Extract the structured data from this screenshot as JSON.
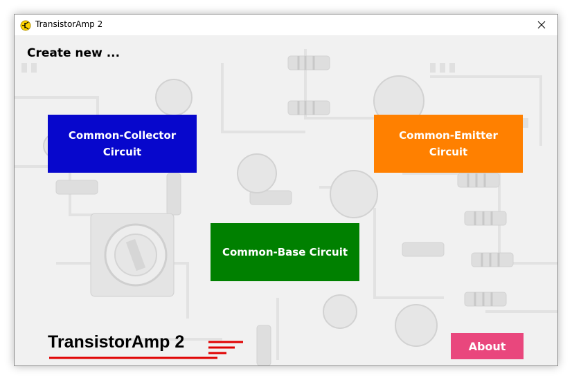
{
  "window": {
    "title": "TransistorAmp 2"
  },
  "main": {
    "heading": "Create new ...",
    "buttons": {
      "common_collector": "Common-Collector Circuit",
      "common_emitter": "Common-Emitter Circuit",
      "common_base": "Common-Base Circuit",
      "about": "About"
    },
    "logo_text": "TransistorAmp 2"
  },
  "colors": {
    "common_collector": "#0707cc",
    "common_emitter": "#ff8000",
    "common_base": "#008000",
    "about": "#e9477d",
    "logo_lines": "#e00000"
  },
  "icons": {
    "app": "transistor-app-icon",
    "close": "close-icon"
  }
}
